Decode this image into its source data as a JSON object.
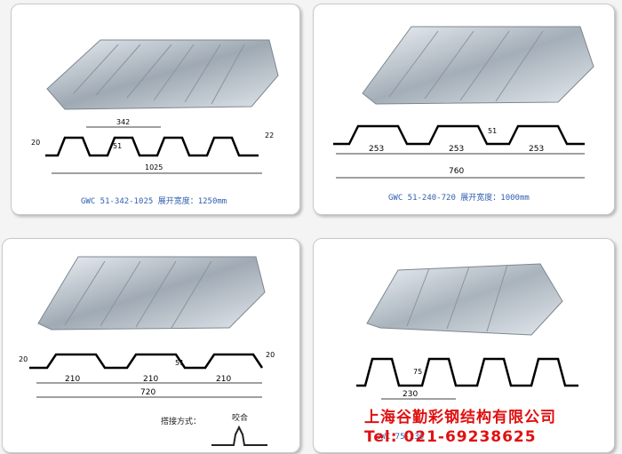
{
  "panels": [
    {
      "caption": "GWC 51-342-1025 展开宽度：1250mm",
      "dims": {
        "top": "342",
        "left_h": "20",
        "mid_h": "51",
        "right_h": "22",
        "total": "1025"
      }
    },
    {
      "caption": "GWC 51-240-720 展开宽度：1000mm",
      "dims": {
        "w1": "253",
        "w2": "253",
        "w3": "253",
        "h": "51",
        "total": "760"
      }
    },
    {
      "dims": {
        "left_h": "20",
        "mid_h": "51",
        "right_h": "20",
        "w1": "210",
        "w2": "210",
        "w3": "210",
        "total": "720"
      },
      "lap_label": "搭接方式：",
      "seam_label": "咬合"
    },
    {
      "caption": "GWC 75-230",
      "dims": {
        "h": "75",
        "w": "230"
      }
    }
  ],
  "company": "上海谷勤彩钢结构有限公司",
  "tel": "Tel: 021-69238625",
  "colors": {
    "caption": "#2f5fb0",
    "company": "#e01010"
  }
}
